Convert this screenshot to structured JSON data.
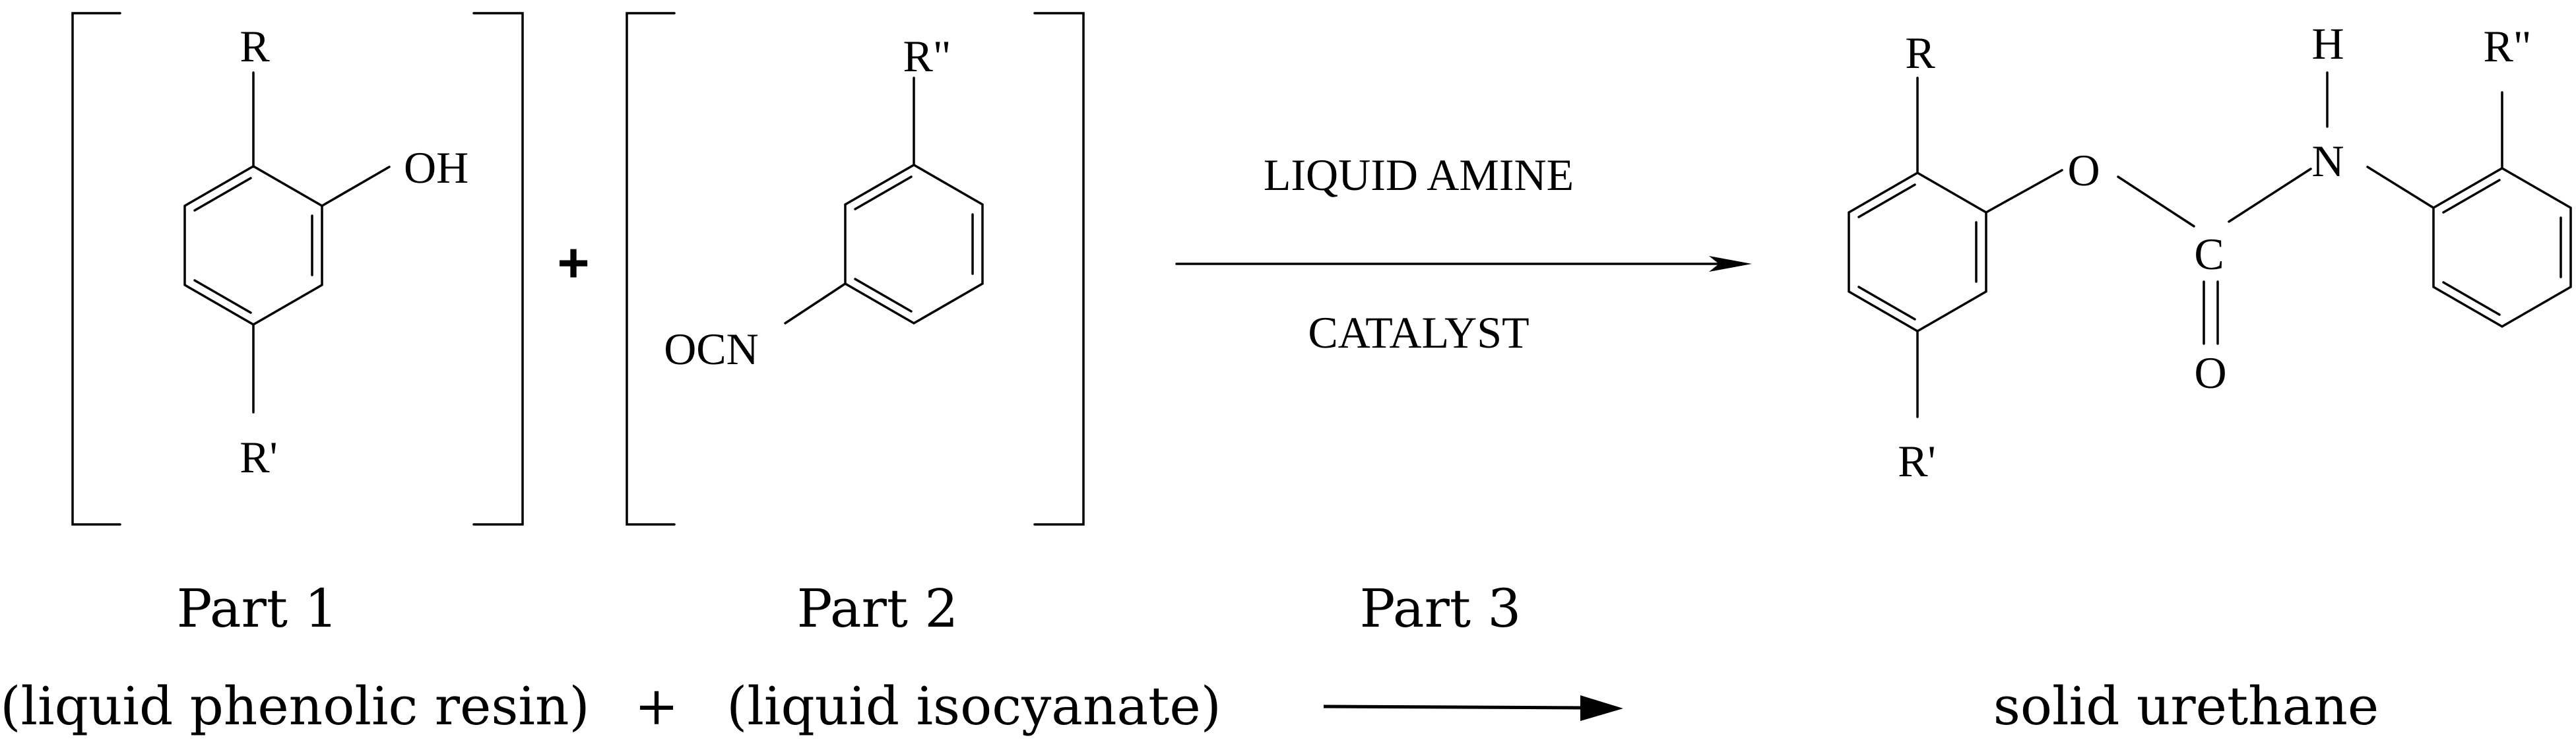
{
  "reactant1": {
    "sub_R": "R",
    "sub_OH": "OH",
    "sub_R_prime": "R'"
  },
  "plus_symbol": "+",
  "reactant2": {
    "sub_R_double_prime": "R\"",
    "sub_OCN": "OCN"
  },
  "arrow": {
    "above": "LIQUID AMINE",
    "below": "CATALYST"
  },
  "product": {
    "sub_R": "R",
    "sub_R_prime": "R'",
    "atom_O": "O",
    "atom_C": "C",
    "atom_O_carbonyl": "O",
    "atom_H": "H",
    "atom_N": "N",
    "sub_R_double_prime": "R\""
  },
  "captions": {
    "part1": "Part 1",
    "part2": "Part 2",
    "part3": "Part 3",
    "reactant1_desc": "(liquid phenolic resin)",
    "plus": "+",
    "reactant2_desc": "(liquid isocyanate)",
    "product_desc": "solid urethane"
  }
}
